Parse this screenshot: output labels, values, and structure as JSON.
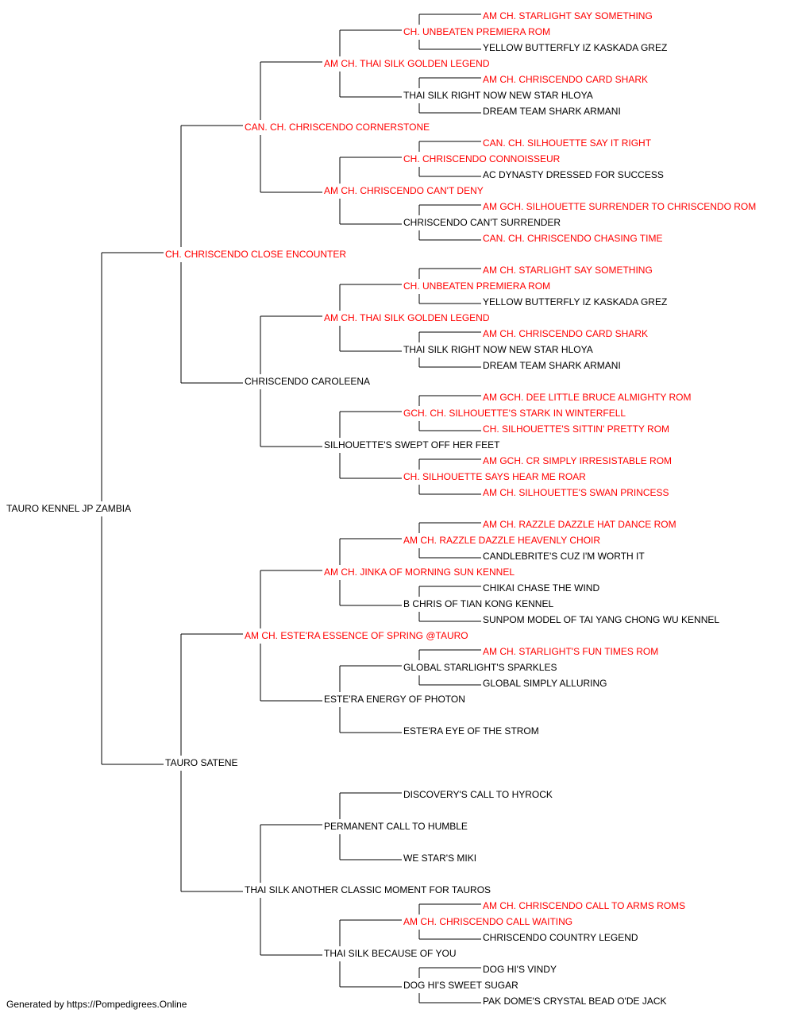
{
  "colors": {
    "titled": "#ff0000",
    "plain": "#000000",
    "line": "#000000"
  },
  "footer": "Generated by https://Pompedigrees.Online",
  "pedigree": {
    "name": "TAURO KENNEL JP ZAMBIA",
    "titled": false,
    "sire": {
      "name": "CH. CHRISCENDO CLOSE ENCOUNTER",
      "titled": true,
      "sire": {
        "name": "CAN. CH. CHRISCENDO CORNERSTONE",
        "titled": true,
        "sire": {
          "name": "AM CH. THAI SILK GOLDEN LEGEND",
          "titled": true,
          "sire": {
            "name": "CH. UNBEATEN PREMIERA ROM",
            "titled": true,
            "sire": {
              "name": "AM CH. STARLIGHT SAY SOMETHING",
              "titled": true
            },
            "dam": {
              "name": "YELLOW BUTTERFLY IZ KASKADA GREZ",
              "titled": false
            }
          },
          "dam": {
            "name": "THAI SILK RIGHT NOW NEW STAR HLOYA",
            "titled": false,
            "sire": {
              "name": "AM CH. CHRISCENDO CARD SHARK",
              "titled": true
            },
            "dam": {
              "name": "DREAM TEAM SHARK ARMANI",
              "titled": false
            }
          }
        },
        "dam": {
          "name": "AM CH. CHRISCENDO CAN'T DENY",
          "titled": true,
          "sire": {
            "name": "CH. CHRISCENDO CONNOISSEUR",
            "titled": true,
            "sire": {
              "name": "CAN. CH. SILHOUETTE SAY IT RIGHT",
              "titled": true
            },
            "dam": {
              "name": "AC DYNASTY DRESSED FOR SUCCESS",
              "titled": false
            }
          },
          "dam": {
            "name": "CHRISCENDO CAN'T SURRENDER",
            "titled": false,
            "sire": {
              "name": "AM GCH. SILHOUETTE SURRENDER TO CHRISCENDO ROM",
              "titled": true
            },
            "dam": {
              "name": "CAN. CH. CHRISCENDO CHASING TIME",
              "titled": true
            }
          }
        }
      },
      "dam": {
        "name": "CHRISCENDO CAROLEENA",
        "titled": false,
        "sire": {
          "name": "AM CH. THAI SILK GOLDEN LEGEND",
          "titled": true,
          "sire": {
            "name": "CH. UNBEATEN PREMIERA ROM",
            "titled": true,
            "sire": {
              "name": "AM CH. STARLIGHT SAY SOMETHING",
              "titled": true
            },
            "dam": {
              "name": "YELLOW BUTTERFLY IZ KASKADA GREZ",
              "titled": false
            }
          },
          "dam": {
            "name": "THAI SILK RIGHT NOW NEW STAR HLOYA",
            "titled": false,
            "sire": {
              "name": "AM CH. CHRISCENDO CARD SHARK",
              "titled": true
            },
            "dam": {
              "name": "DREAM TEAM SHARK ARMANI",
              "titled": false
            }
          }
        },
        "dam": {
          "name": "SILHOUETTE'S SWEPT OFF HER FEET",
          "titled": false,
          "sire": {
            "name": "GCH. CH. SILHOUETTE'S STARK IN WINTERFELL",
            "titled": true,
            "sire": {
              "name": "AM GCH. DEE LITTLE BRUCE ALMIGHTY ROM",
              "titled": true
            },
            "dam": {
              "name": "CH. SILHOUETTE'S SITTIN' PRETTY ROM",
              "titled": true
            }
          },
          "dam": {
            "name": "CH. SILHOUETTE SAYS HEAR ME ROAR",
            "titled": true,
            "sire": {
              "name": "AM GCH. CR SIMPLY IRRESISTABLE ROM",
              "titled": true
            },
            "dam": {
              "name": "AM CH. SILHOUETTE'S SWAN PRINCESS",
              "titled": true
            }
          }
        }
      }
    },
    "dam": {
      "name": "TAURO SATENE",
      "titled": false,
      "sire": {
        "name": "AM CH. ESTE'RA ESSENCE OF SPRING @TAURO",
        "titled": true,
        "sire": {
          "name": "AM CH. JINKA OF MORNING SUN KENNEL",
          "titled": true,
          "sire": {
            "name": "AM CH. RAZZLE DAZZLE HEAVENLY CHOIR",
            "titled": true,
            "sire": {
              "name": "AM CH. RAZZLE DAZZLE HAT DANCE ROM",
              "titled": true
            },
            "dam": {
              "name": "CANDLEBRITE'S CUZ I'M WORTH IT",
              "titled": false
            }
          },
          "dam": {
            "name": "B CHRIS OF TIAN KONG KENNEL",
            "titled": false,
            "sire": {
              "name": "CHIKAI CHASE THE WIND",
              "titled": false
            },
            "dam": {
              "name": "SUNPOM MODEL OF TAI YANG CHONG WU KENNEL",
              "titled": false
            }
          }
        },
        "dam": {
          "name": "ESTE'RA ENERGY OF PHOTON",
          "titled": false,
          "sire": {
            "name": "GLOBAL STARLIGHT'S SPARKLES",
            "titled": false,
            "sire": {
              "name": "AM CH. STARLIGHT'S FUN TIMES ROM",
              "titled": true
            },
            "dam": {
              "name": "GLOBAL SIMPLY ALLURING",
              "titled": false
            }
          },
          "dam": {
            "name": "ESTE'RA EYE OF THE STROM",
            "titled": false
          }
        }
      },
      "dam": {
        "name": "THAI SILK ANOTHER CLASSIC MOMENT FOR TAUROS",
        "titled": false,
        "sire": {
          "name": "PERMANENT CALL TO HUMBLE",
          "titled": false,
          "sire": {
            "name": "DISCOVERY'S CALL TO HYROCK",
            "titled": false
          },
          "dam": {
            "name": "WE STAR'S MIKI",
            "titled": false
          }
        },
        "dam": {
          "name": "THAI SILK BECAUSE OF YOU",
          "titled": false,
          "sire": {
            "name": "AM CH. CHRISCENDO CALL WAITING",
            "titled": true,
            "sire": {
              "name": "AM CH. CHRISCENDO CALL TO ARMS ROMS",
              "titled": true
            },
            "dam": {
              "name": "CHRISCENDO COUNTRY LEGEND",
              "titled": false
            }
          },
          "dam": {
            "name": "DOG HI'S SWEET SUGAR",
            "titled": false,
            "sire": {
              "name": "DOG HI'S VINDY",
              "titled": false
            },
            "dam": {
              "name": "PAK DOME'S CRYSTAL BEAD O'DE JACK",
              "titled": false
            }
          }
        }
      }
    }
  }
}
